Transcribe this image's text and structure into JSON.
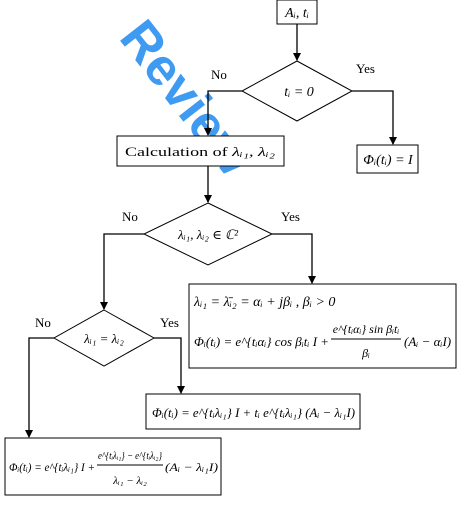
{
  "watermark": {
    "text": "Review",
    "color": "#2a8ff0"
  },
  "colors": {
    "line": "#000000",
    "background": "#ffffff"
  },
  "nodes": {
    "start": {
      "text": "Aᵢ, tᵢ"
    },
    "decision_t_zero": {
      "text": "tᵢ = 0"
    },
    "result_identity": {
      "text": "Φᵢ(tᵢ) = I"
    },
    "calculation": {
      "text_prefix": "Calculation of",
      "text_symbols": "λᵢ₁, λᵢ₂"
    },
    "decision_complex": {
      "text": "λᵢ₁, λᵢ₂ ∈ ℂ²"
    },
    "result_complex": {
      "line1": "λᵢ₁ = λ̄ᵢ₂ = αᵢ + jβᵢ ,   βᵢ > 0",
      "line2_left": "Φᵢ(tᵢ) = e^{tᵢαᵢ} cos βᵢtᵢ I +",
      "line2_frac_num": "e^{tᵢαᵢ} sin βᵢtᵢ",
      "line2_frac_den": "βᵢ",
      "line2_right": "(Aᵢ − αᵢI)"
    },
    "decision_equal": {
      "text": "λᵢ₁ = λᵢ₂"
    },
    "result_equal": {
      "text": "Φᵢ(tᵢ) = e^{tᵢλᵢ₁} I + tᵢ e^{tᵢλᵢ₁} (Aᵢ − λᵢ₁I)"
    },
    "result_distinct": {
      "left": "Φᵢ(tᵢ) = e^{tᵢλᵢ₁} I +",
      "frac_num": "e^{tᵢλᵢ₁} − e^{tᵢλᵢ₂}",
      "frac_den": "λᵢ₁ − λᵢ₂",
      "right": "(Aᵢ − λᵢ₁I)"
    }
  },
  "edge_labels": {
    "no_1": "No",
    "yes_1": "Yes",
    "no_2": "No",
    "yes_2": "Yes",
    "no_3": "No",
    "yes_3": "Yes"
  }
}
